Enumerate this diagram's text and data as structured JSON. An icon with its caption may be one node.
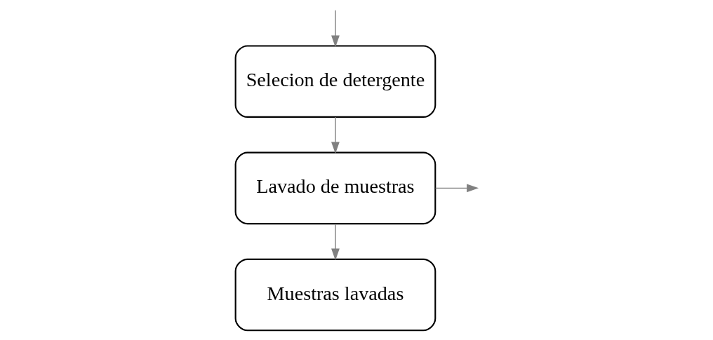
{
  "diagram": {
    "nodes": [
      {
        "text": [
          "Selecion de detergente"
        ]
      },
      {
        "text": [
          "Lavado de muestras"
        ]
      },
      {
        "text": [
          "Muestras lavadas"
        ]
      }
    ],
    "edges": [
      {
        "from": null,
        "to": 0,
        "arrow": "to"
      },
      {
        "from": 0,
        "to": 1,
        "arrow": "to"
      },
      {
        "from": 1,
        "to": null,
        "arrow": "to"
      },
      {
        "from": 1,
        "to": 2,
        "arrow": "to"
      }
    ]
  }
}
